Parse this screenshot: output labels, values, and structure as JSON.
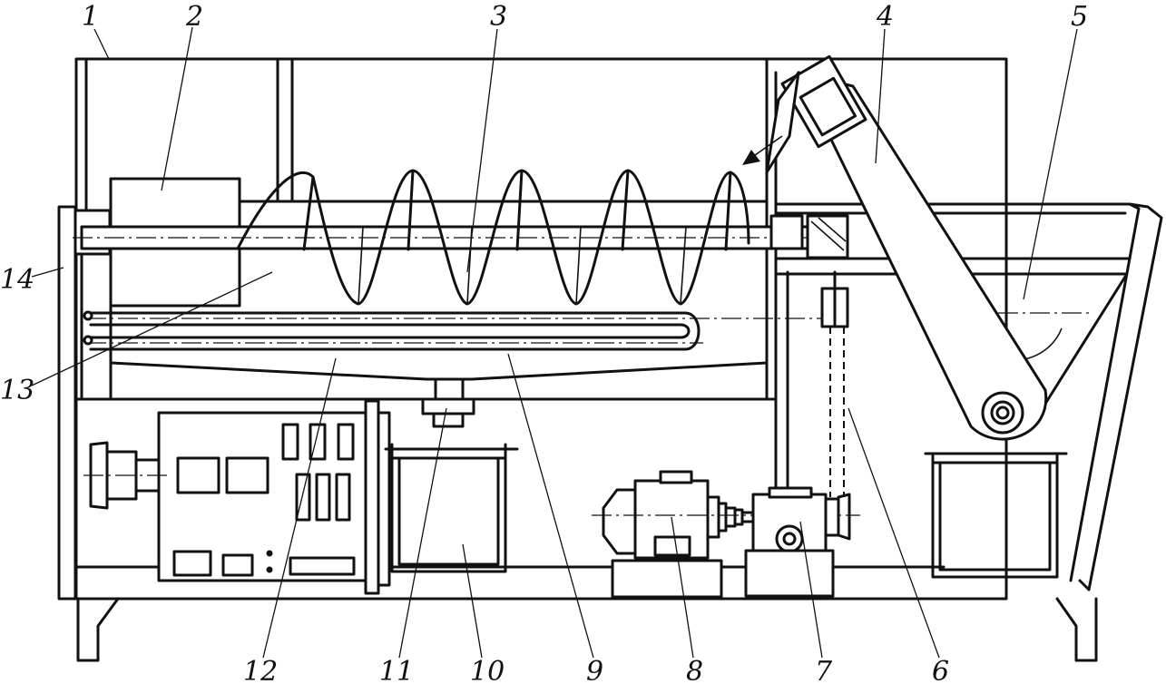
{
  "callouts": [
    "1",
    "2",
    "3",
    "4",
    "5",
    "6",
    "7",
    "8",
    "9",
    "10",
    "11",
    "12",
    "13",
    "14"
  ],
  "colors": {
    "ink": "#111111",
    "paper": "#ffffff"
  }
}
